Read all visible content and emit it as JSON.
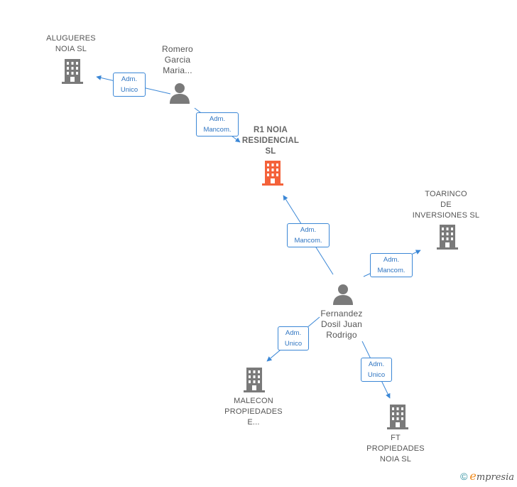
{
  "colors": {
    "company_gray": "#7a7a7a",
    "company_main": "#f4623a",
    "person_gray": "#7a7a7a",
    "edge_blue": "#3b87d6"
  },
  "nodes": {
    "alugueres": {
      "label": "ALUGUERES\nNOIA SL",
      "icon": "building-icon"
    },
    "romero": {
      "label": "Romero\nGarcia\nMaria...",
      "icon": "person-icon"
    },
    "r1_noia": {
      "label": "R1 NOIA\nRESIDENCIAL\nSL",
      "icon": "building-icon"
    },
    "toarinco": {
      "label": "TOARINCO\nDE\nINVERSIONES SL",
      "icon": "building-icon"
    },
    "fernandez": {
      "label": "Fernandez\nDosil Juan\nRodrigo",
      "icon": "person-icon"
    },
    "malecon": {
      "label": "MALECON\nPROPIEDADES\nE...",
      "icon": "building-icon"
    },
    "ft_propiedades": {
      "label": "FT\nPROPIEDADES\nNOIA SL",
      "icon": "building-icon"
    }
  },
  "edges": {
    "romero_alugueres": "Adm.\nUnico",
    "romero_r1": "Adm.\nMancom.",
    "fernandez_r1": "Adm.\nMancom.",
    "fernandez_toarinco": "Adm.\nMancom.",
    "fernandez_malecon": "Adm.\nUnico",
    "fernandez_ft": "Adm.\nUnico"
  },
  "footer": {
    "copyright": "©",
    "brand_initial": "e",
    "brand_rest": "mpresia"
  }
}
